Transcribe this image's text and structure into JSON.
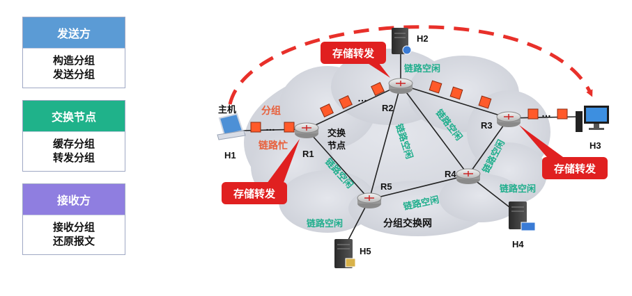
{
  "legend": [
    {
      "title": "发送方",
      "lines": [
        "构造分组",
        "发送分组"
      ],
      "color": "#5b9bd5"
    },
    {
      "title": "交换节点",
      "lines": [
        "缓存分组",
        "转发分组"
      ],
      "color": "#1fb28a"
    },
    {
      "title": "接收方",
      "lines": [
        "接收分组",
        "还原报文"
      ],
      "color": "#8f7ee0"
    }
  ],
  "network": {
    "cloud_label": "分组交换网",
    "host_caption": "主机",
    "routers": {
      "r1": "R1",
      "r2": "R2",
      "r3": "R3",
      "r4": "R4",
      "r5": "R5"
    },
    "hosts": {
      "h1": "H1",
      "h2": "H2",
      "h3": "H3",
      "h4": "H4",
      "h5": "H5"
    },
    "packet_label": "分组",
    "busy_label": "链路忙",
    "switch_node_label": [
      "交换",
      "节点"
    ],
    "idle_label": "链路空闲",
    "callout": "存储转发",
    "ellipsis": "…"
  },
  "colors": {
    "packet": "#ff5a2a",
    "arrow": "#e8302a",
    "callout": "#e02020",
    "idle": "#1fae8c",
    "busy": "#e8603c"
  }
}
